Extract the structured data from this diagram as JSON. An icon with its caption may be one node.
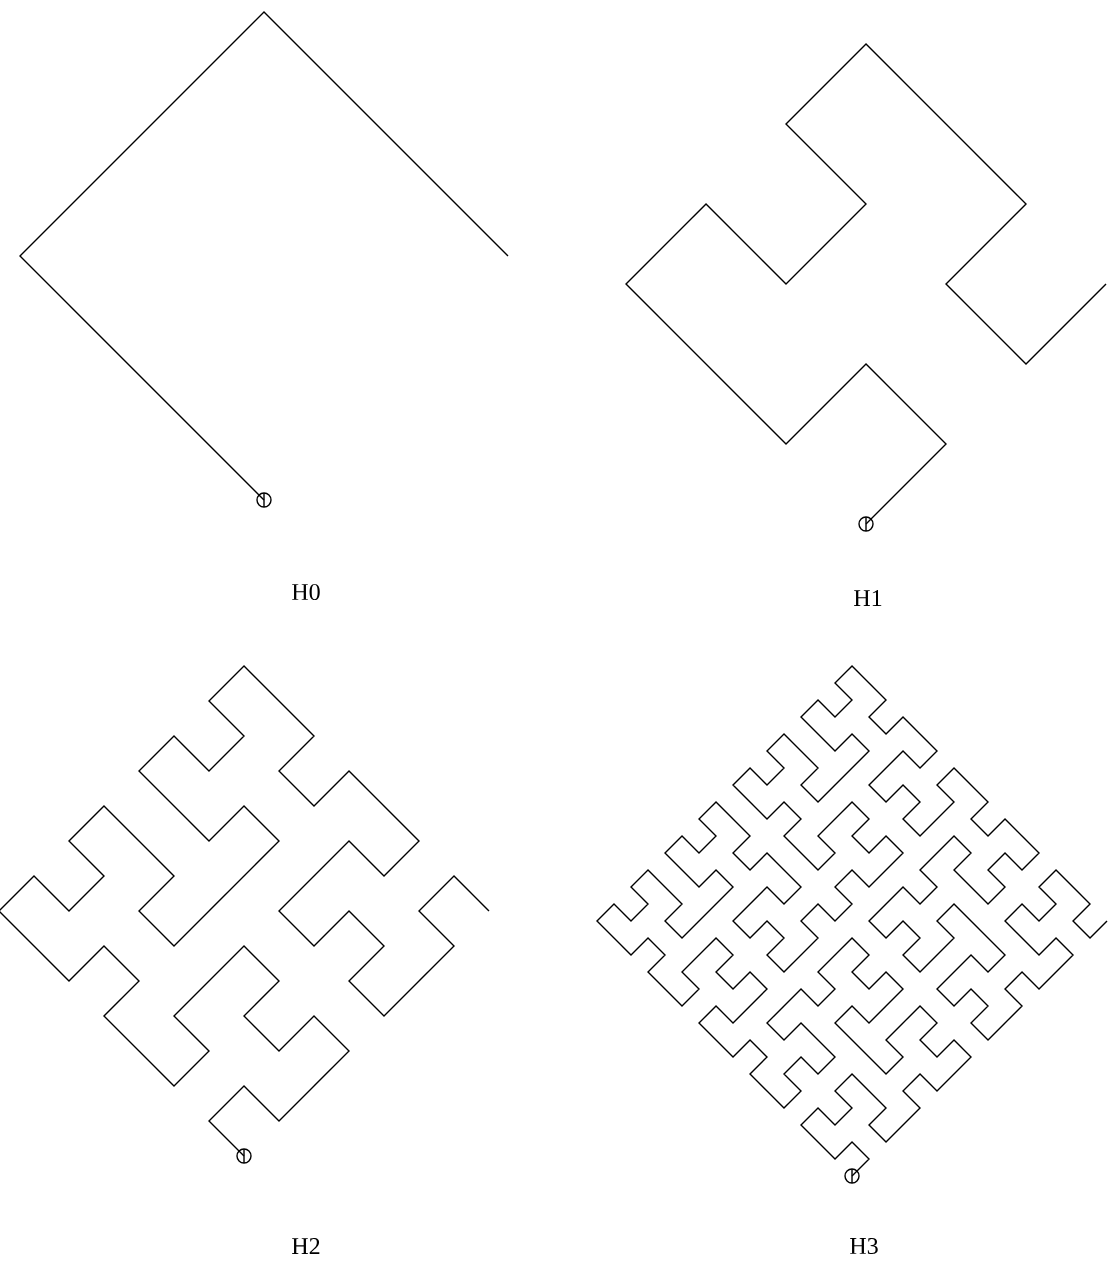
{
  "diagram": {
    "labels": [
      "H0",
      "H1",
      "H2",
      "H3"
    ]
  }
}
